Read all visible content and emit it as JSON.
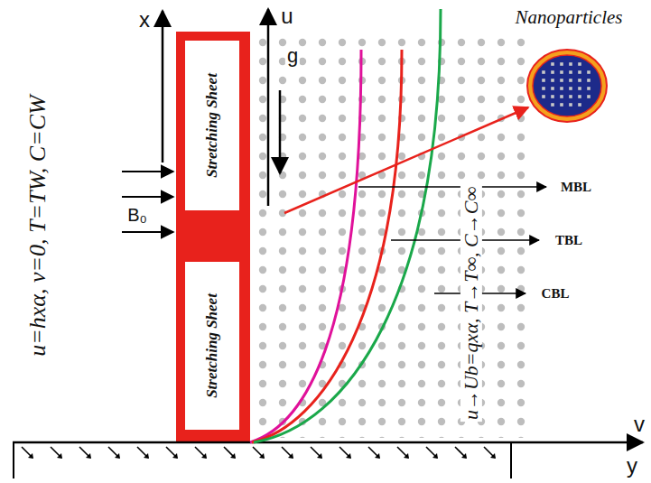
{
  "diagram": {
    "nodes": [
      {
        "text": [
          "Stretching Sheet"
        ]
      },
      {
        "text": [
          "Stretching Sheet"
        ]
      }
    ],
    "labels": [
      "x",
      "u",
      "g",
      "Nanoparticles",
      "B₀",
      "u=hxα, v=0, T=TW, C=CW",
      "MBL",
      "TBL",
      "CBL",
      "u→Ub=qxα, T→T∞, C→C∞",
      "v",
      "y"
    ]
  }
}
